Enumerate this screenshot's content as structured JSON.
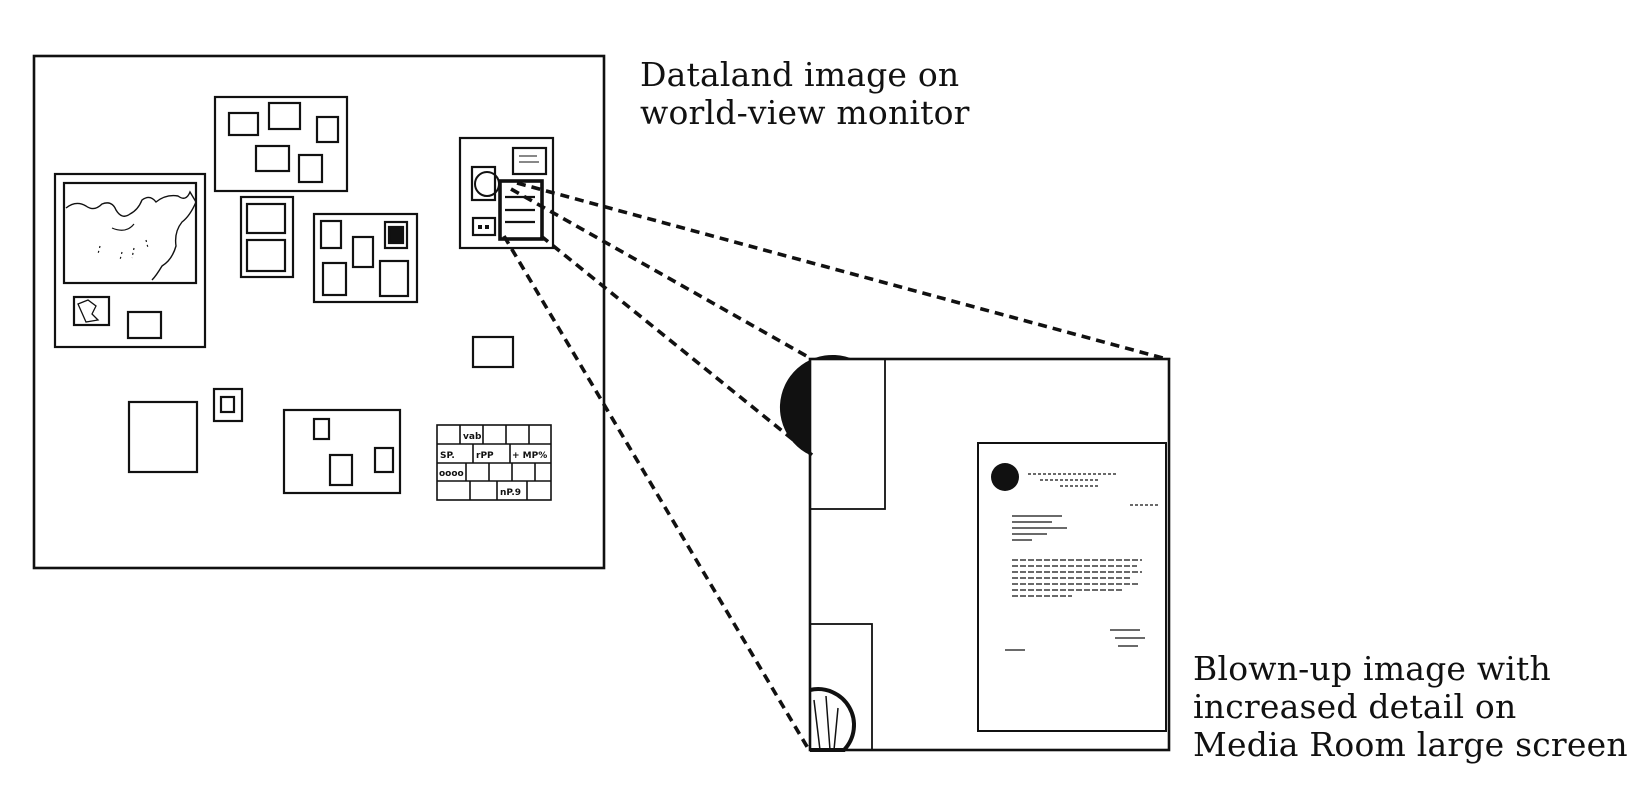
{
  "captions": {
    "world_view_line1": "Dataland image on",
    "world_view_line2": "world-view monitor",
    "blown_up_line1": "Blown-up image with",
    "blown_up_line2": "increased detail on",
    "blown_up_line3": "Media Room large screen"
  },
  "keyboard_rows": [
    [
      "<sup>v</sup>ab",
      "",
      "",
      "",
      ""
    ],
    [
      "SP.",
      "rPP",
      "+ MP%"
    ],
    [
      "oooo",
      "",
      "",
      "",
      ""
    ],
    [
      "",
      "",
      "nP.9",
      ""
    ]
  ],
  "colors": {
    "ink": "#111111",
    "background": "#ffffff"
  }
}
